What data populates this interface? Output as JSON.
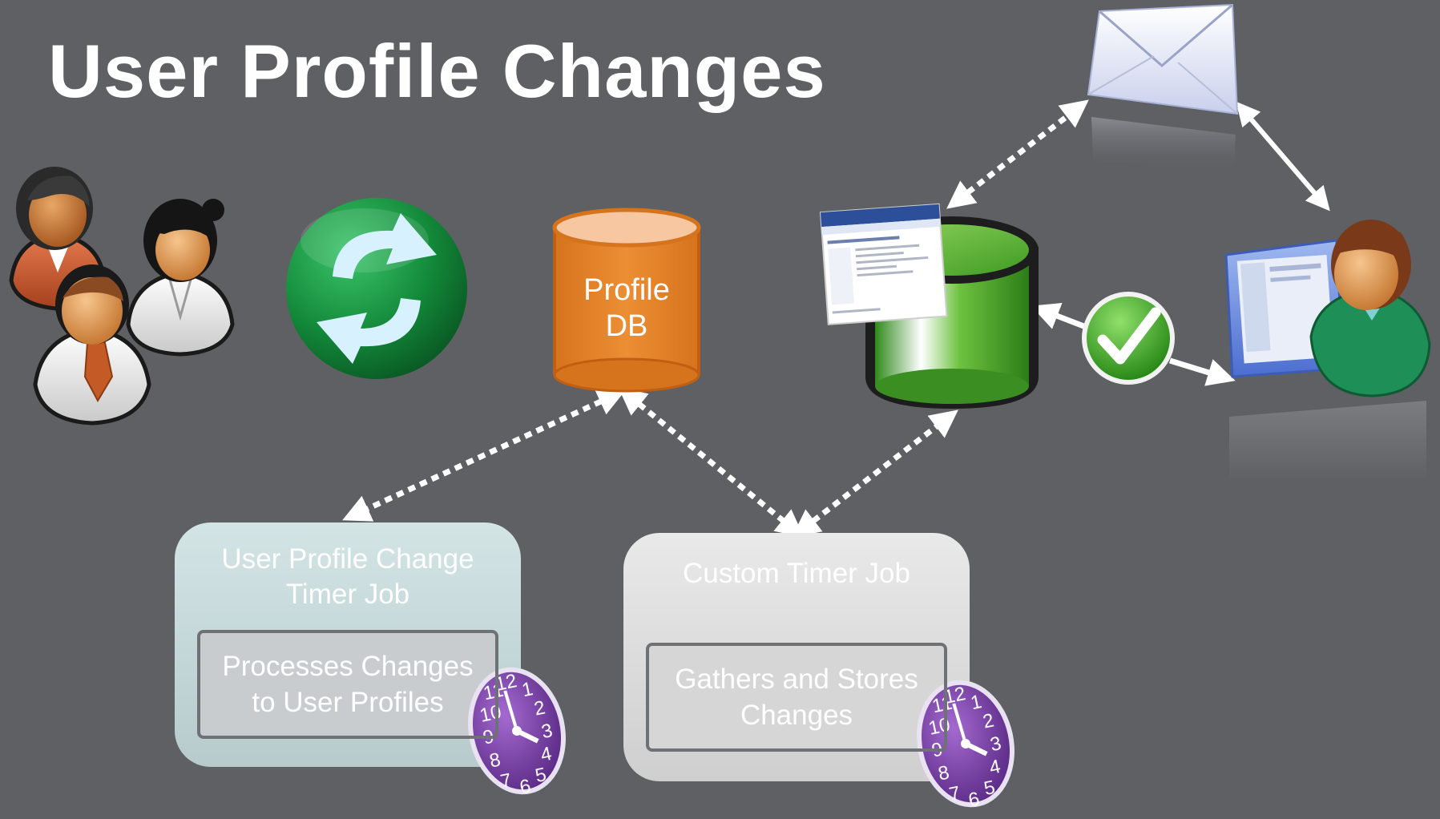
{
  "slide": {
    "title": "User Profile Changes"
  },
  "profile_db": {
    "label_line1": "Profile",
    "label_line2": "DB"
  },
  "timer_job_left": {
    "title_line1": "User Profile Change",
    "title_line2": "Timer Job",
    "inner_line1": "Processes Changes",
    "inner_line2": "to User Profiles"
  },
  "timer_job_right": {
    "title": "Custom Timer Job",
    "inner_line1": "Gathers and Stores",
    "inner_line2": "Changes"
  },
  "colors": {
    "background": "#5f6064",
    "profile_db": "#e8892e",
    "green_db": "#4fa52a",
    "left_box": "#c5d9da",
    "right_box": "#dcdcdc",
    "clock": "#7b3fa6",
    "sync_green": "#1a8a3c"
  },
  "icons": [
    "people-group-icon",
    "sync-icon",
    "database-icon",
    "envelope-icon",
    "checkmark-icon",
    "user-at-computer-icon",
    "web-page-icon",
    "clock-icon"
  ]
}
